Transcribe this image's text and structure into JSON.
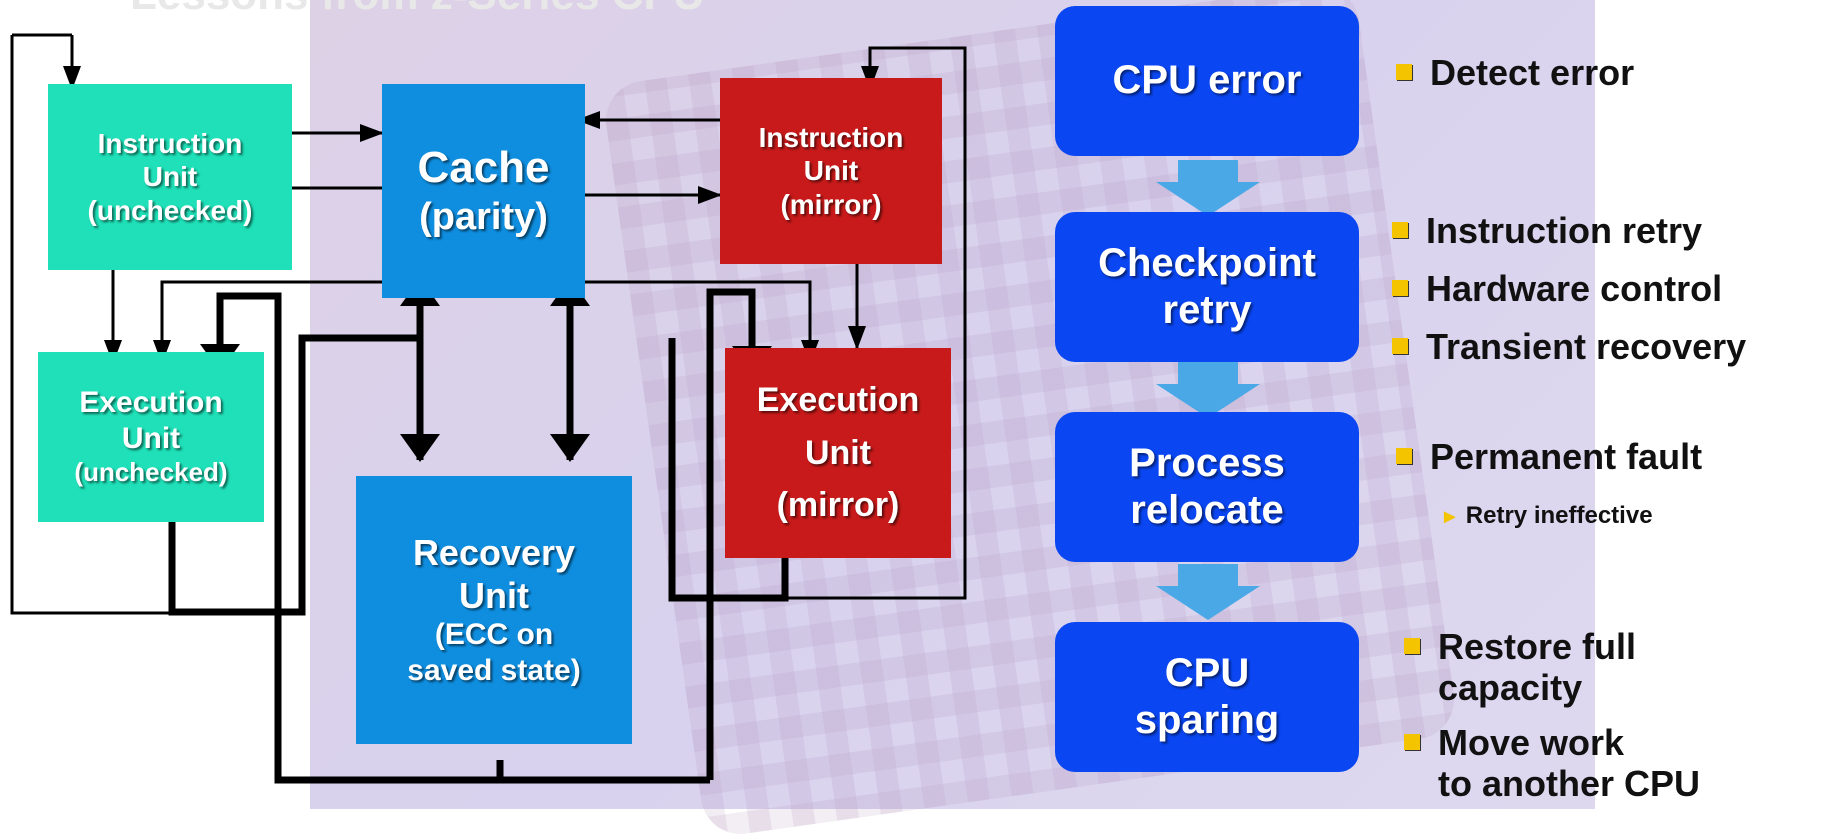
{
  "title": "Lessons from z-Series CPU",
  "units": {
    "instr_unchecked": {
      "line1": "Instruction",
      "line2": "Unit",
      "line3": "(unchecked)"
    },
    "exec_unchecked": {
      "line1": "Execution",
      "line2": "Unit",
      "line3": "(unchecked)"
    },
    "cache": {
      "line1": "Cache",
      "line2": "(parity)"
    },
    "recovery": {
      "line1": "Recovery",
      "line2": "Unit",
      "line3": "(ECC on",
      "line4": "saved state)"
    },
    "instr_mirror": {
      "line1": "Instruction",
      "line2": "Unit",
      "line3": "(mirror)"
    },
    "exec_mirror": {
      "line1": "Execution",
      "line2": "Unit",
      "line3": "(mirror)"
    }
  },
  "flow": [
    {
      "line1": "CPU error",
      "line2": ""
    },
    {
      "line1": "Checkpoint",
      "line2": "retry"
    },
    {
      "line1": "Process",
      "line2": "relocate"
    },
    {
      "line1": "CPU",
      "line2": "sparing"
    }
  ],
  "bullets": {
    "b1": "Detect error",
    "b2": "Instruction retry",
    "b3": "Hardware control",
    "b4": "Transient recovery",
    "b5": "Permanent fault",
    "b5_sub": "Retry ineffective",
    "b6_line1": "Restore full",
    "b6_line2": "capacity",
    "b7_line1": "Move work",
    "b7_line2": "to another CPU"
  },
  "colors": {
    "teal_unit": "#1fe0b8",
    "cache_blue": "#0f8ee0",
    "mirror_red": "#c81a1a",
    "flow_blue": "#0a46f2",
    "flow_arrow": "#4aa8e6",
    "bullet_yellow": "#f4c400"
  },
  "icons": {
    "bullet": "yellow-square-bullet",
    "sub_bullet": "right-triangle-bullet",
    "flow_arrow": "down-arrow-icon"
  }
}
